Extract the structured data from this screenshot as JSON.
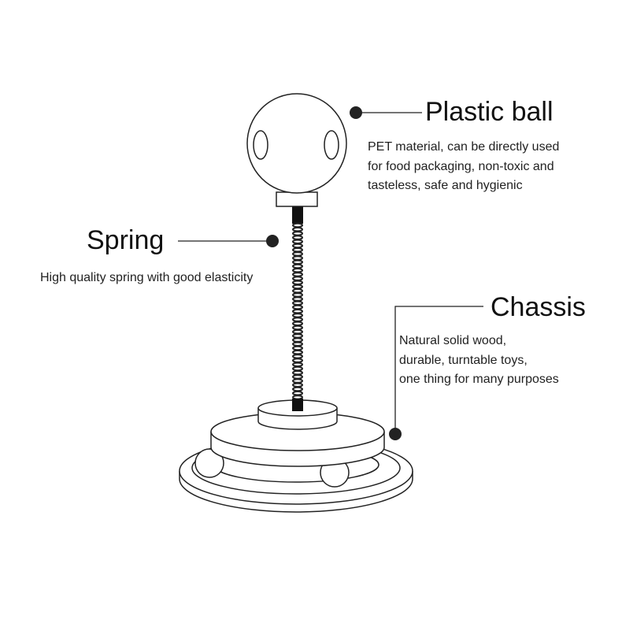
{
  "labels": {
    "ball": {
      "title": "Plastic ball",
      "lines": [
        "PET material, can be directly used",
        "for food packaging, non-toxic and",
        "tasteless, safe and hygienic"
      ]
    },
    "spring": {
      "title": "Spring",
      "lines": [
        "High quality spring with good elasticity"
      ]
    },
    "chassis": {
      "title": "Chassis",
      "lines": [
        "Natural solid wood,",
        "durable, turntable toys,",
        "one thing for many purposes"
      ]
    }
  },
  "colors": {
    "stroke": "#222222",
    "text": "#111111",
    "background": "#ffffff"
  }
}
